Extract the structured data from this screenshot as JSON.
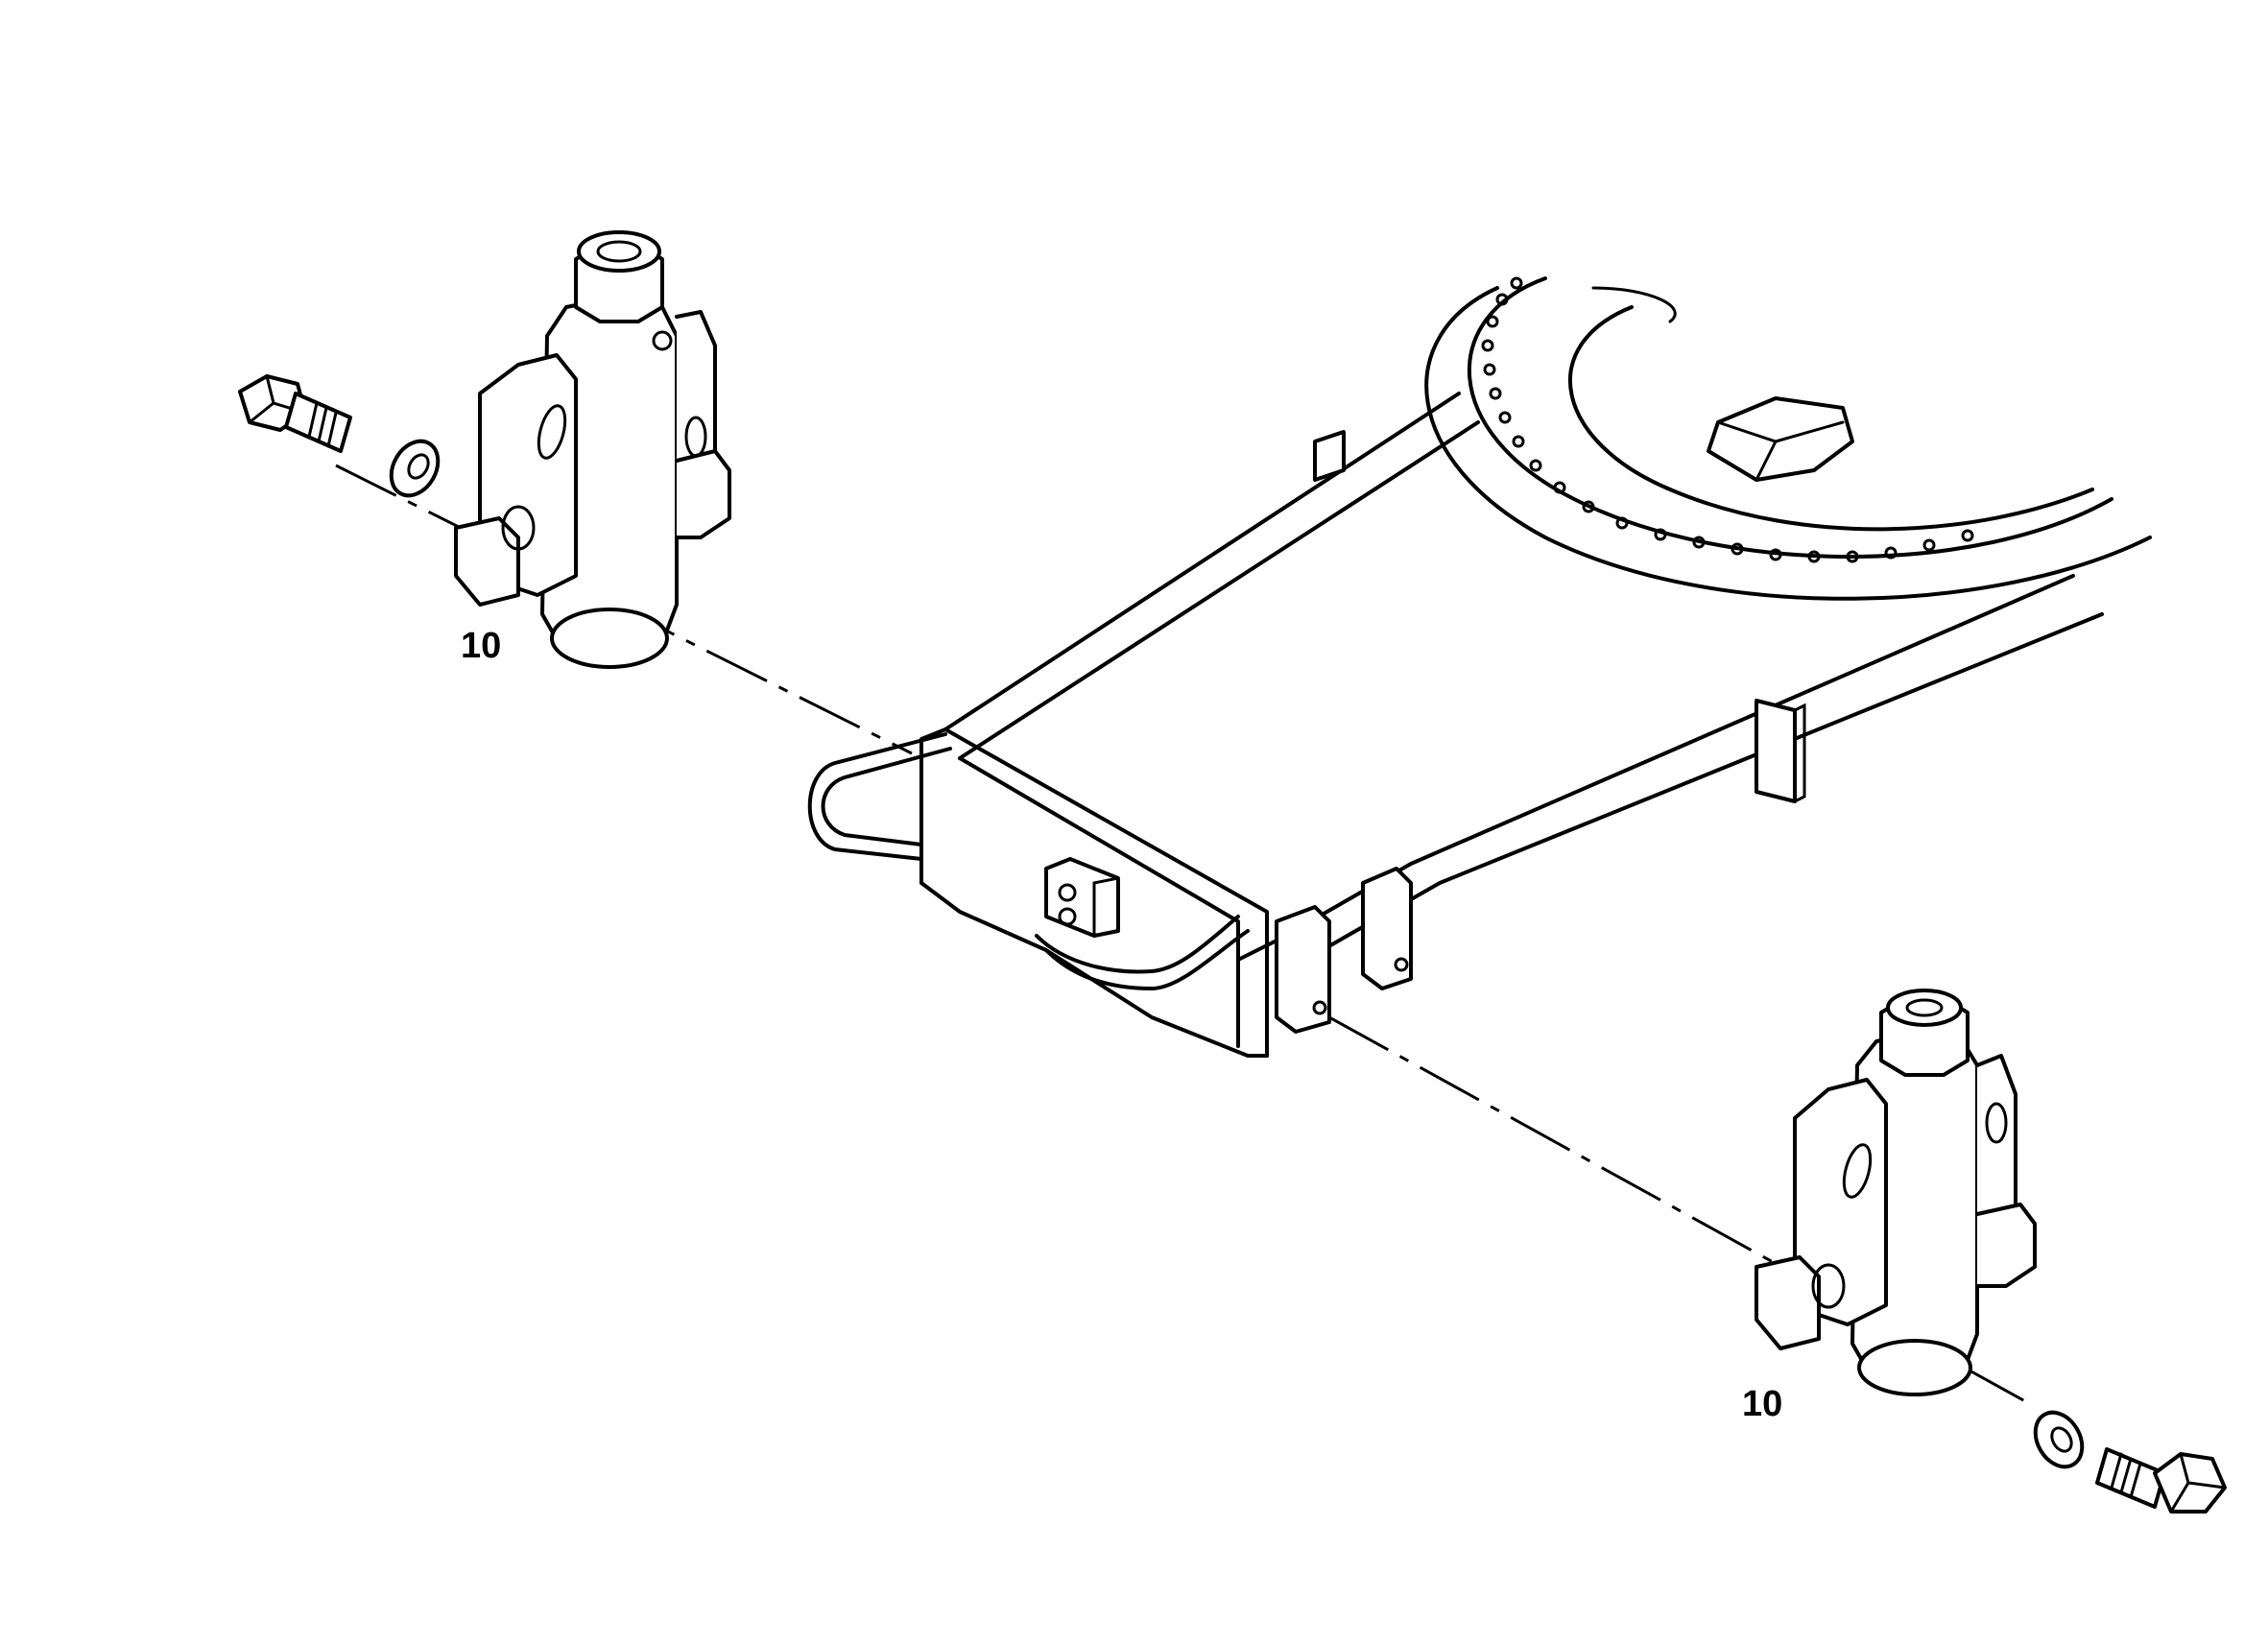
{
  "callouts": [
    {
      "id": "left",
      "text": "10"
    },
    {
      "id": "right",
      "text": "10"
    }
  ],
  "colors": {
    "line": "#000000",
    "background": "#ffffff"
  },
  "icons": {
    "bolt": "hex-head-bolt-icon",
    "washer": "washer-icon",
    "mount": "pillow-block-mount-icon",
    "frame": "undercarriage-frame-icon"
  }
}
